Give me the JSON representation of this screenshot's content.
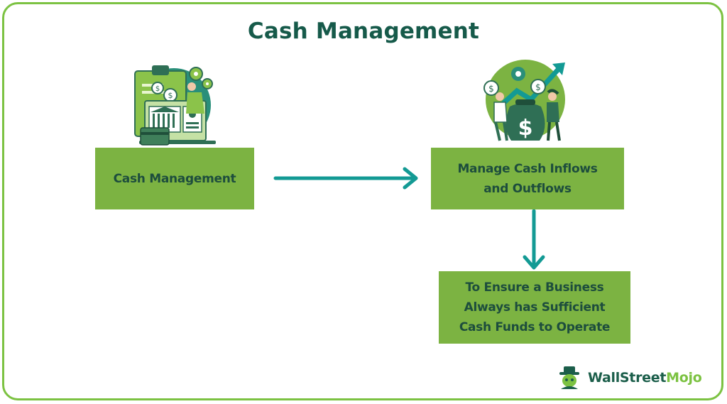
{
  "title": "Cash Management",
  "nodes": {
    "cash_management": "Cash Management",
    "manage_lines": [
      "Manage Cash Inflows",
      "and Outflows"
    ],
    "ensure_lines": [
      "To Ensure a Business",
      "Always has Sufficient",
      "Cash Funds to Operate"
    ]
  },
  "icons": {
    "left": "clipboard-finance-illustration-icon",
    "right": "money-bag-growth-illustration-icon"
  },
  "logo": {
    "part1": "WallStreet",
    "part2": "Mojo"
  },
  "colors": {
    "border": "#7cc242",
    "box": "#7cb342",
    "box_text": "#1d4d3d",
    "arrow": "#139a94",
    "title": "#165a4a"
  }
}
